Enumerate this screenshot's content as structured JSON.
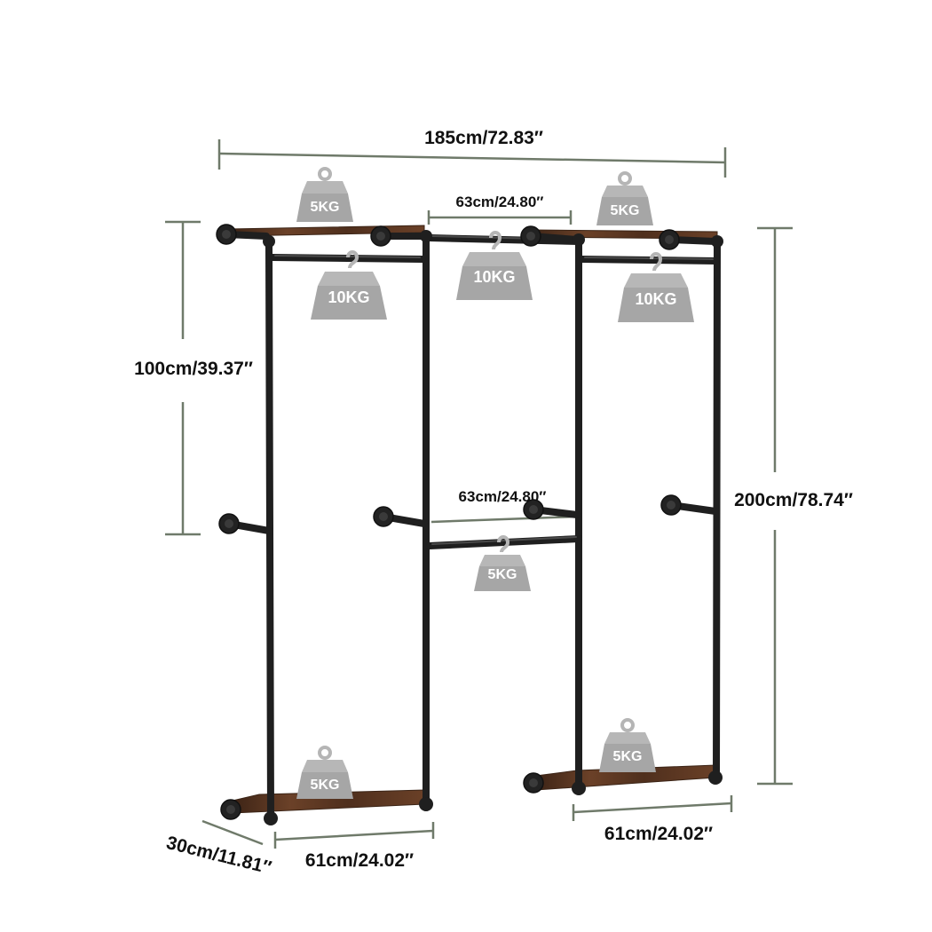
{
  "colors": {
    "pipe": "#1f1f1f",
    "wood": "#5a3622",
    "dimension_line": "#6f7a6a",
    "weight_badge": "#a6a6a6",
    "weight_text": "#ffffff"
  },
  "dimensions": {
    "overall_width": "185cm/72.83″",
    "top_middle_span": "63cm/24.80″",
    "middle_lower_span": "63cm/24.80″",
    "left_height": "100cm/39.37″",
    "right_height": "200cm/78.74″",
    "left_shelf_width": "61cm/24.02″",
    "right_shelf_width": "61cm/24.02″",
    "shelf_depth": "30cm/11.81″"
  },
  "weights": {
    "left_top_shelf": "5KG",
    "right_top_shelf": "5KG",
    "left_rod": "10KG",
    "middle_top_rod": "10KG",
    "right_rod": "10KG",
    "middle_lower_rod": "5KG",
    "left_bottom_shelf": "5KG",
    "right_bottom_shelf": "5KG"
  }
}
